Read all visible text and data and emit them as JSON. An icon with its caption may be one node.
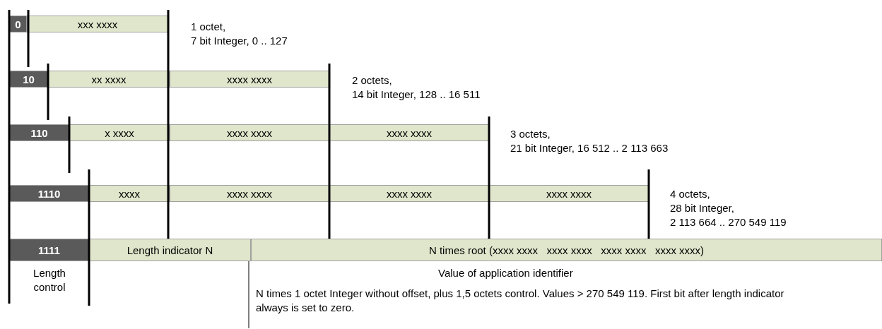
{
  "diagram": {
    "nodes": [
      {
        "text": [
          "0"
        ]
      },
      {
        "text": [
          "xxx xxxx"
        ]
      },
      {
        "text": [
          "10"
        ]
      },
      {
        "text": [
          "xx xxxx"
        ]
      },
      {
        "text": [
          "xxxx xxxx"
        ]
      },
      {
        "text": [
          "110"
        ]
      },
      {
        "text": [
          "x xxxx"
        ]
      },
      {
        "text": [
          "xxxx xxxx"
        ]
      },
      {
        "text": [
          "xxxx xxxx"
        ]
      },
      {
        "text": [
          "1110"
        ]
      },
      {
        "text": [
          "xxxx"
        ]
      },
      {
        "text": [
          "xxxx xxxx"
        ]
      },
      {
        "text": [
          "xxxx xxxx"
        ]
      },
      {
        "text": [
          "xxxx xxxx"
        ]
      },
      {
        "text": [
          "1111"
        ]
      },
      {
        "text": [
          "Length indicator N"
        ]
      },
      {
        "text": [
          "N times root (xxxx xxxx   xxxx xxxx   xxxx xxxx   xxxx xxxx)"
        ]
      }
    ],
    "labels": [
      "1 octet, 7 bit Integer, 0 .. 127",
      "2 octets, 14 bit Integer, 128 .. 16 511",
      "3 octets, 21 bit Integer, 16 512 .. 2 113 663",
      "4 octets, 28 bit Integer, 2 113 664 .. 270 549 119",
      "Length control",
      "Value of application identifier",
      "N times 1 octet Integer without offset, plus 1,5 octets control. Values > 270 549 119. First bit after length indicator always is set to zero."
    ]
  }
}
